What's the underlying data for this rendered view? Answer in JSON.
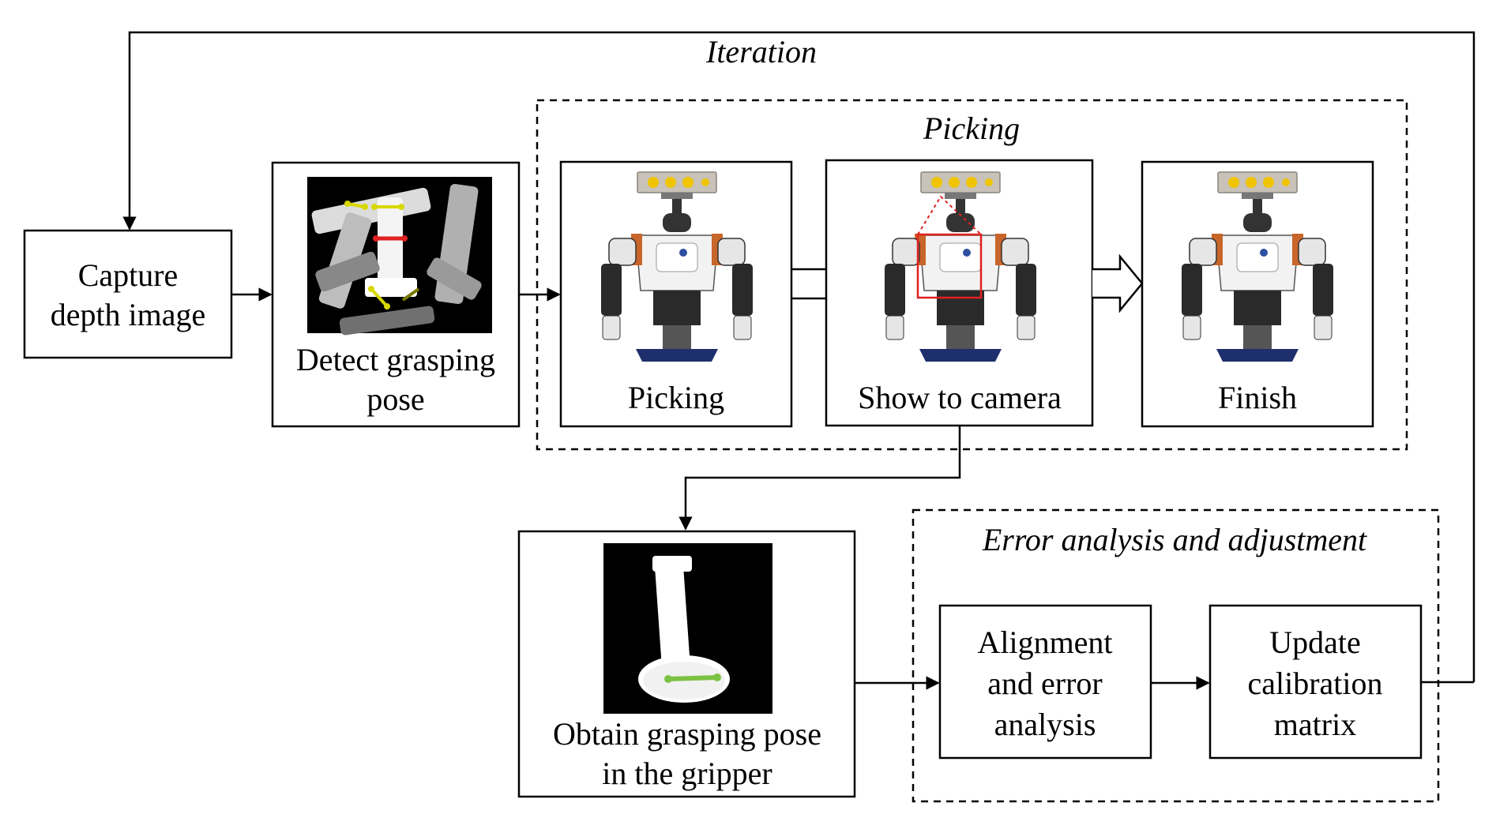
{
  "diagram": {
    "iteration_label": "Iteration",
    "picking_group_label": "Picking",
    "error_group_label": "Error analysis and adjustment",
    "nodes": {
      "capture": {
        "line1": "Capture",
        "line2": "depth image"
      },
      "detect": {
        "line1": "Detect grasping",
        "line2": "pose"
      },
      "picking": {
        "line1": "Picking"
      },
      "show": {
        "line1": "Show to camera"
      },
      "finish": {
        "line1": "Finish"
      },
      "obtain": {
        "line1": "Obtain grasping pose",
        "line2": "in the gripper"
      },
      "align": {
        "line1": "Alignment",
        "line2": "and error",
        "line3": "analysis"
      },
      "update": {
        "line1": "Update",
        "line2": "calibration",
        "line3": "matrix"
      }
    }
  },
  "colors": {
    "stroke": "#000000",
    "detection_red": "#e02020",
    "detection_yellow": "#d8d800",
    "gripper_line_green": "#7cc242",
    "robot_body_white": "#f2f2f2",
    "robot_dark": "#2a2a2a",
    "robot_accent_orange": "#c8652a",
    "camera_bar": "#c9c2b8",
    "camera_lens_yellow": "#f0c400",
    "bin_blue": "#1e2f6e"
  }
}
